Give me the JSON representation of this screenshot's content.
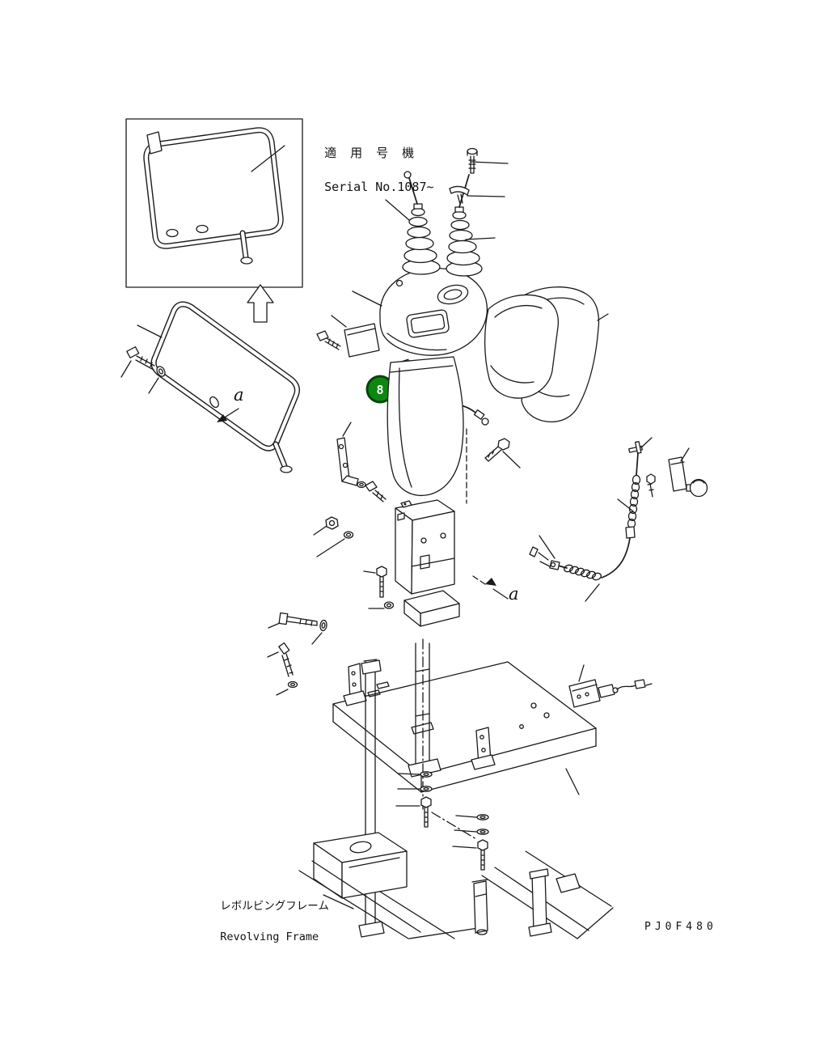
{
  "header": {
    "serial_label_jp": "適 用 号 機",
    "serial_label_en": "Serial No.1087~"
  },
  "callout": {
    "number": "8",
    "ring_color": "#05450a",
    "fill_color": "#0e8712",
    "text_color": "#ffffff"
  },
  "section_labels": {
    "left": "a",
    "right": "a"
  },
  "footer": {
    "frame_label_jp": "レボルビングフレーム",
    "frame_label_en": "Revolving Frame",
    "drawing_code": "PJ0F480"
  }
}
